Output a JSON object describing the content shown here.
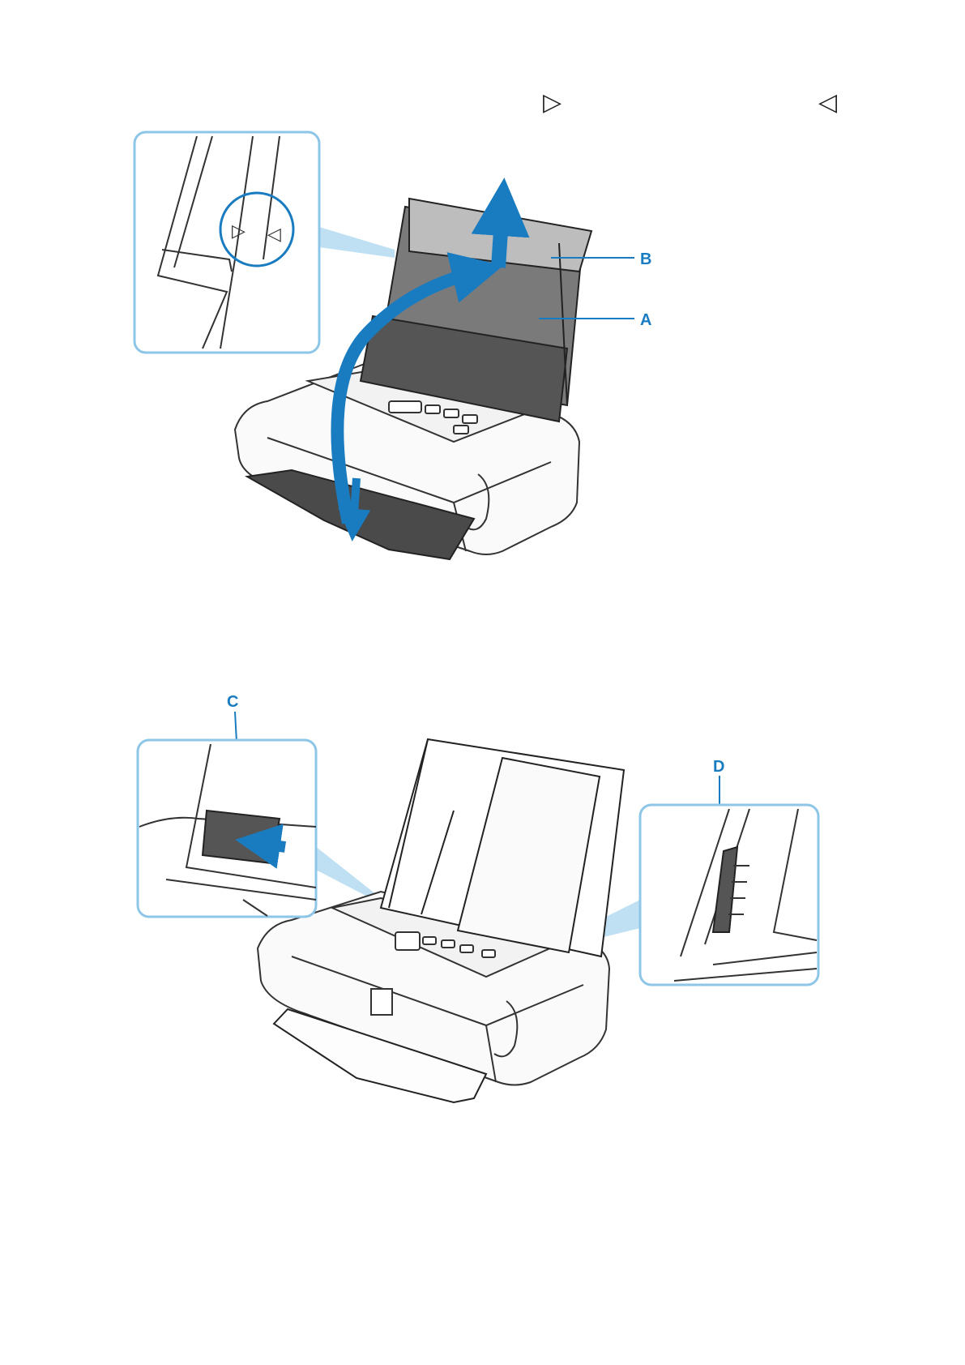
{
  "page": {
    "guide_markers": {
      "right_pointing": "▷",
      "left_pointing": "◁"
    }
  },
  "figure_1": {
    "callouts": {
      "a": "A",
      "b": "B"
    },
    "inset_markers": {
      "right_pointing": "▷",
      "left_pointing": "◁"
    }
  },
  "figure_2": {
    "callouts": {
      "c": "C",
      "d": "D"
    }
  },
  "colors": {
    "accent": "#1a7cc0",
    "inset_border": "#8ec6e8",
    "support_dark": "#6e6e6e",
    "support_light": "#bdbdbd"
  }
}
